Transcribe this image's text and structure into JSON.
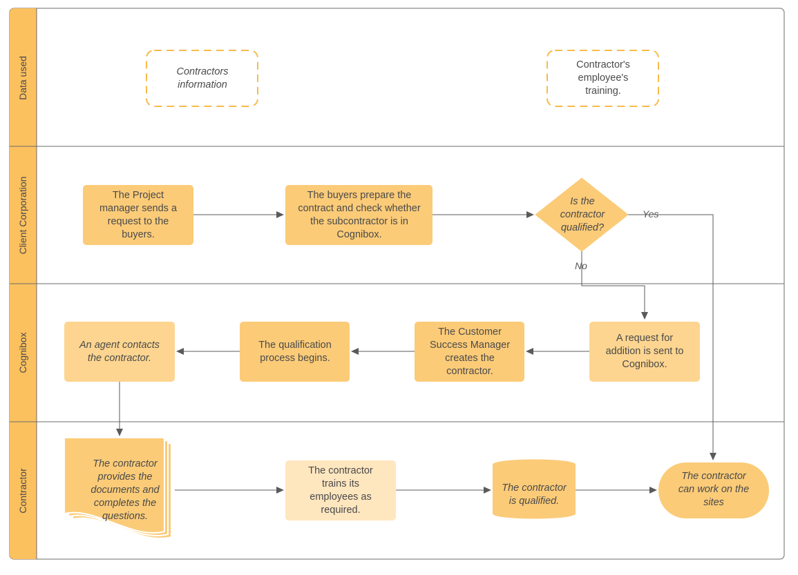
{
  "lanes": [
    {
      "label": "Data used"
    },
    {
      "label": "Client Corporation"
    },
    {
      "label": "Cognibox"
    },
    {
      "label": "Contractor"
    }
  ],
  "nodes": {
    "contractors_info": "Contractors information",
    "employee_training": "Contractor's employee's training.",
    "pm_request": "The Project manager sends a request to the buyers.",
    "buyers_prepare": "The buyers prepare the contract and check whether the subcontractor is in Cognibox.",
    "is_qualified": "Is the contractor qualified?",
    "request_addition": "A request for addition is sent to Cognibox.",
    "csm_creates": "The Customer Success Manager creates the contractor.",
    "qualification_begins": "The qualification process begins.",
    "agent_contacts": "An agent contacts the contractor.",
    "provides_docs": "The contractor provides the documents and completes the questions.",
    "trains_employees": "The contractor trains its employees as required.",
    "is_qualified_result": "The contractor is qualified.",
    "can_work": "The contractor can work on the sites"
  },
  "edge_labels": {
    "yes": "Yes",
    "no": "No"
  },
  "colors": {
    "lane_header": "#fcc15f",
    "node_primary": "#fbcb78",
    "node_light": "#fdd590",
    "node_lighter": "#fee6bf",
    "dashed_border": "#f7bb4a",
    "line": "#5a5a5a",
    "border": "#6b6b6b"
  }
}
